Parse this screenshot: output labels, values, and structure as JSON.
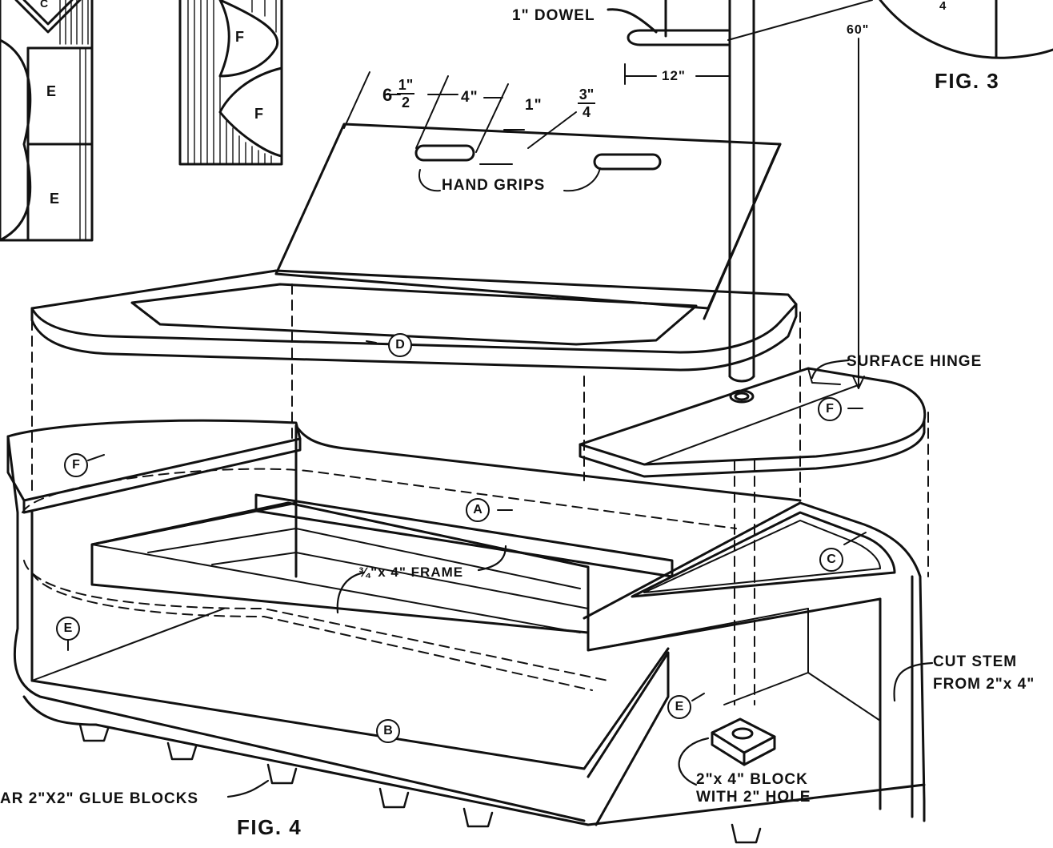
{
  "labels": {
    "dowel": "1\" DOWEL",
    "dim_60": "60\"",
    "dim_12": "12\"",
    "fig3": "FIG. 3",
    "fig3_fraction_digit": "4",
    "dim_6": "6",
    "frac_half_num": "1\"",
    "frac_half_den": "2",
    "dim_4": "4\"",
    "dim_1": "1\"",
    "frac_three_quarter_num": "3\"",
    "frac_three_quarter_den": "4",
    "hand_grips": "HAND GRIPS",
    "surface_hinge": "SURFACE HINGE",
    "frame": "¾\"x 4\" FRAME",
    "cut_stem_line1": "CUT STEM",
    "cut_stem_line2": "FROM 2\"x 4\"",
    "block_line1": "2\"x 4\" BLOCK",
    "block_line2": "WITH 2\" HOLE",
    "glue_blocks": "AR 2\"X2\" GLUE BLOCKS",
    "fig4": "FIG. 4"
  },
  "parts": {
    "a": "A",
    "b": "B",
    "c": "C",
    "d": "D",
    "e1": "E",
    "e2": "E",
    "f1": "F",
    "f2": "F"
  },
  "inset_parts": {
    "c_top": "C",
    "e_upper": "E",
    "e_lower": "E",
    "f_upper": "F",
    "f_lower": "F"
  }
}
